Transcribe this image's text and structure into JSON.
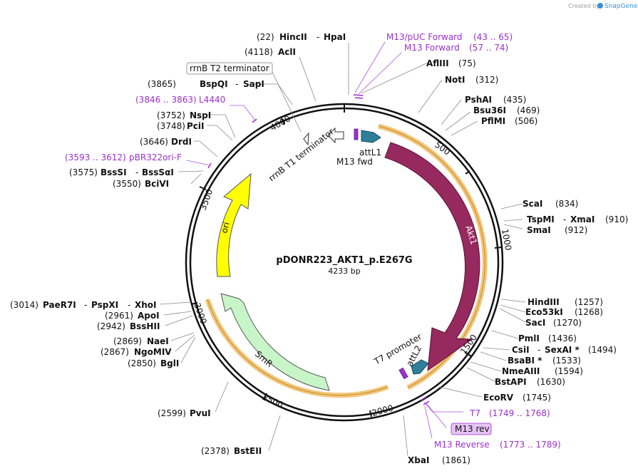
{
  "brand": {
    "created_by": "Created by",
    "name": "SnapGene"
  },
  "plasmid": {
    "name": "pDONR223_AKT1_p.E267G",
    "length": "4233 bp"
  },
  "ruler": [
    "500",
    "1000",
    "1500",
    "2000",
    "2500",
    "3000",
    "3500",
    "4000"
  ],
  "features": {
    "akt1": "Akt1",
    "ori": "ori",
    "smr": "SmR",
    "attl1": "attL1",
    "attl2": "attL2",
    "m13fwd": "M13 fwd",
    "t7promoter": "T7 promoter",
    "rrnbt1": "rrnB T1 terminator",
    "rrnbt2": "rrnB T2 terminator"
  },
  "sites": [
    {
      "pos": "(22)",
      "name": "HincII",
      "sep": "-",
      "name2": "HpaI"
    },
    {
      "pos": "(4118)",
      "name": "AclI"
    },
    {
      "pos": "(75)",
      "name": "AflIII"
    },
    {
      "pos": "(312)",
      "name": "NotI"
    },
    {
      "pos": "(435)",
      "name": "PshAI"
    },
    {
      "pos": "(469)",
      "name": "Bsu36I"
    },
    {
      "pos": "(506)",
      "name": "PflMI"
    },
    {
      "pos": "(3865)",
      "name": "BspQI",
      "sep": "-",
      "name2": "SapI"
    },
    {
      "pos": "(3752)",
      "name": "NspI"
    },
    {
      "pos": "(3748)",
      "name": "PciI"
    },
    {
      "pos": "(3646)",
      "name": "DrdI"
    },
    {
      "pos": "(3575)",
      "name": "BssSI",
      "sep": "-",
      "name2": "BssSαI"
    },
    {
      "pos": "(3550)",
      "name": "BciVI"
    },
    {
      "pos": "(834)",
      "name": "ScaI"
    },
    {
      "pos": "(910)",
      "name": "TspMI",
      "sep": "-",
      "name2": "XmaI"
    },
    {
      "pos": "(912)",
      "name": "SmaI"
    },
    {
      "pos": "(1257)",
      "name": "HindIII"
    },
    {
      "pos": "(1268)",
      "name": "Eco53kI"
    },
    {
      "pos": "(1270)",
      "name": "SacI"
    },
    {
      "pos": "(1436)",
      "name": "PmlI"
    },
    {
      "pos": "(1494)",
      "name": "CsiI",
      "sep": "-",
      "name2": "SexAI *"
    },
    {
      "pos": "(1533)",
      "name": "BsaBI *"
    },
    {
      "pos": "(1594)",
      "name": "NmeAIII"
    },
    {
      "pos": "(1630)",
      "name": "BstAPI"
    },
    {
      "pos": "(1745)",
      "name": "EcoRV"
    },
    {
      "pos": "(1861)",
      "name": "XbaI"
    },
    {
      "pos": "(3014)",
      "name": "PaeR7I",
      "sep": "-",
      "name2": "PspXI",
      "sep2": "-",
      "name3": "XhoI"
    },
    {
      "pos": "(2961)",
      "name": "ApoI"
    },
    {
      "pos": "(2942)",
      "name": "BssHII"
    },
    {
      "pos": "(2869)",
      "name": "NaeI"
    },
    {
      "pos": "(2867)",
      "name": "NgoMIV"
    },
    {
      "pos": "(2850)",
      "name": "BglI"
    },
    {
      "pos": "(2599)",
      "name": "PvuI"
    },
    {
      "pos": "(2378)",
      "name": "BstEII"
    }
  ],
  "primers": {
    "m13puc": {
      "name": "M13/pUC Forward",
      "range": "(43 .. 65)"
    },
    "m13fwd": {
      "name": "M13 Forward",
      "range": "(57 .. 74)"
    },
    "l4440": {
      "range": "(3846 .. 3863)",
      "name": "L4440"
    },
    "pbr322": {
      "range": "(3593 .. 3612)",
      "name": "pBR322ori-F"
    },
    "t7": {
      "name": "T7",
      "range": "(1749 .. 1768)"
    },
    "m13rev": {
      "name": "M13 rev"
    },
    "m13reverse": {
      "name": "M13 Reverse",
      "range": "(1773 .. 1789)"
    }
  },
  "colors": {
    "akt1": "#96295e",
    "ori": "#ffff00",
    "smr": "#c8f5c8",
    "att": "#2e7f99",
    "orf_band": "#f5c878",
    "primer": "#9b30d0",
    "m13rev_bg": "#e6c3f5"
  }
}
